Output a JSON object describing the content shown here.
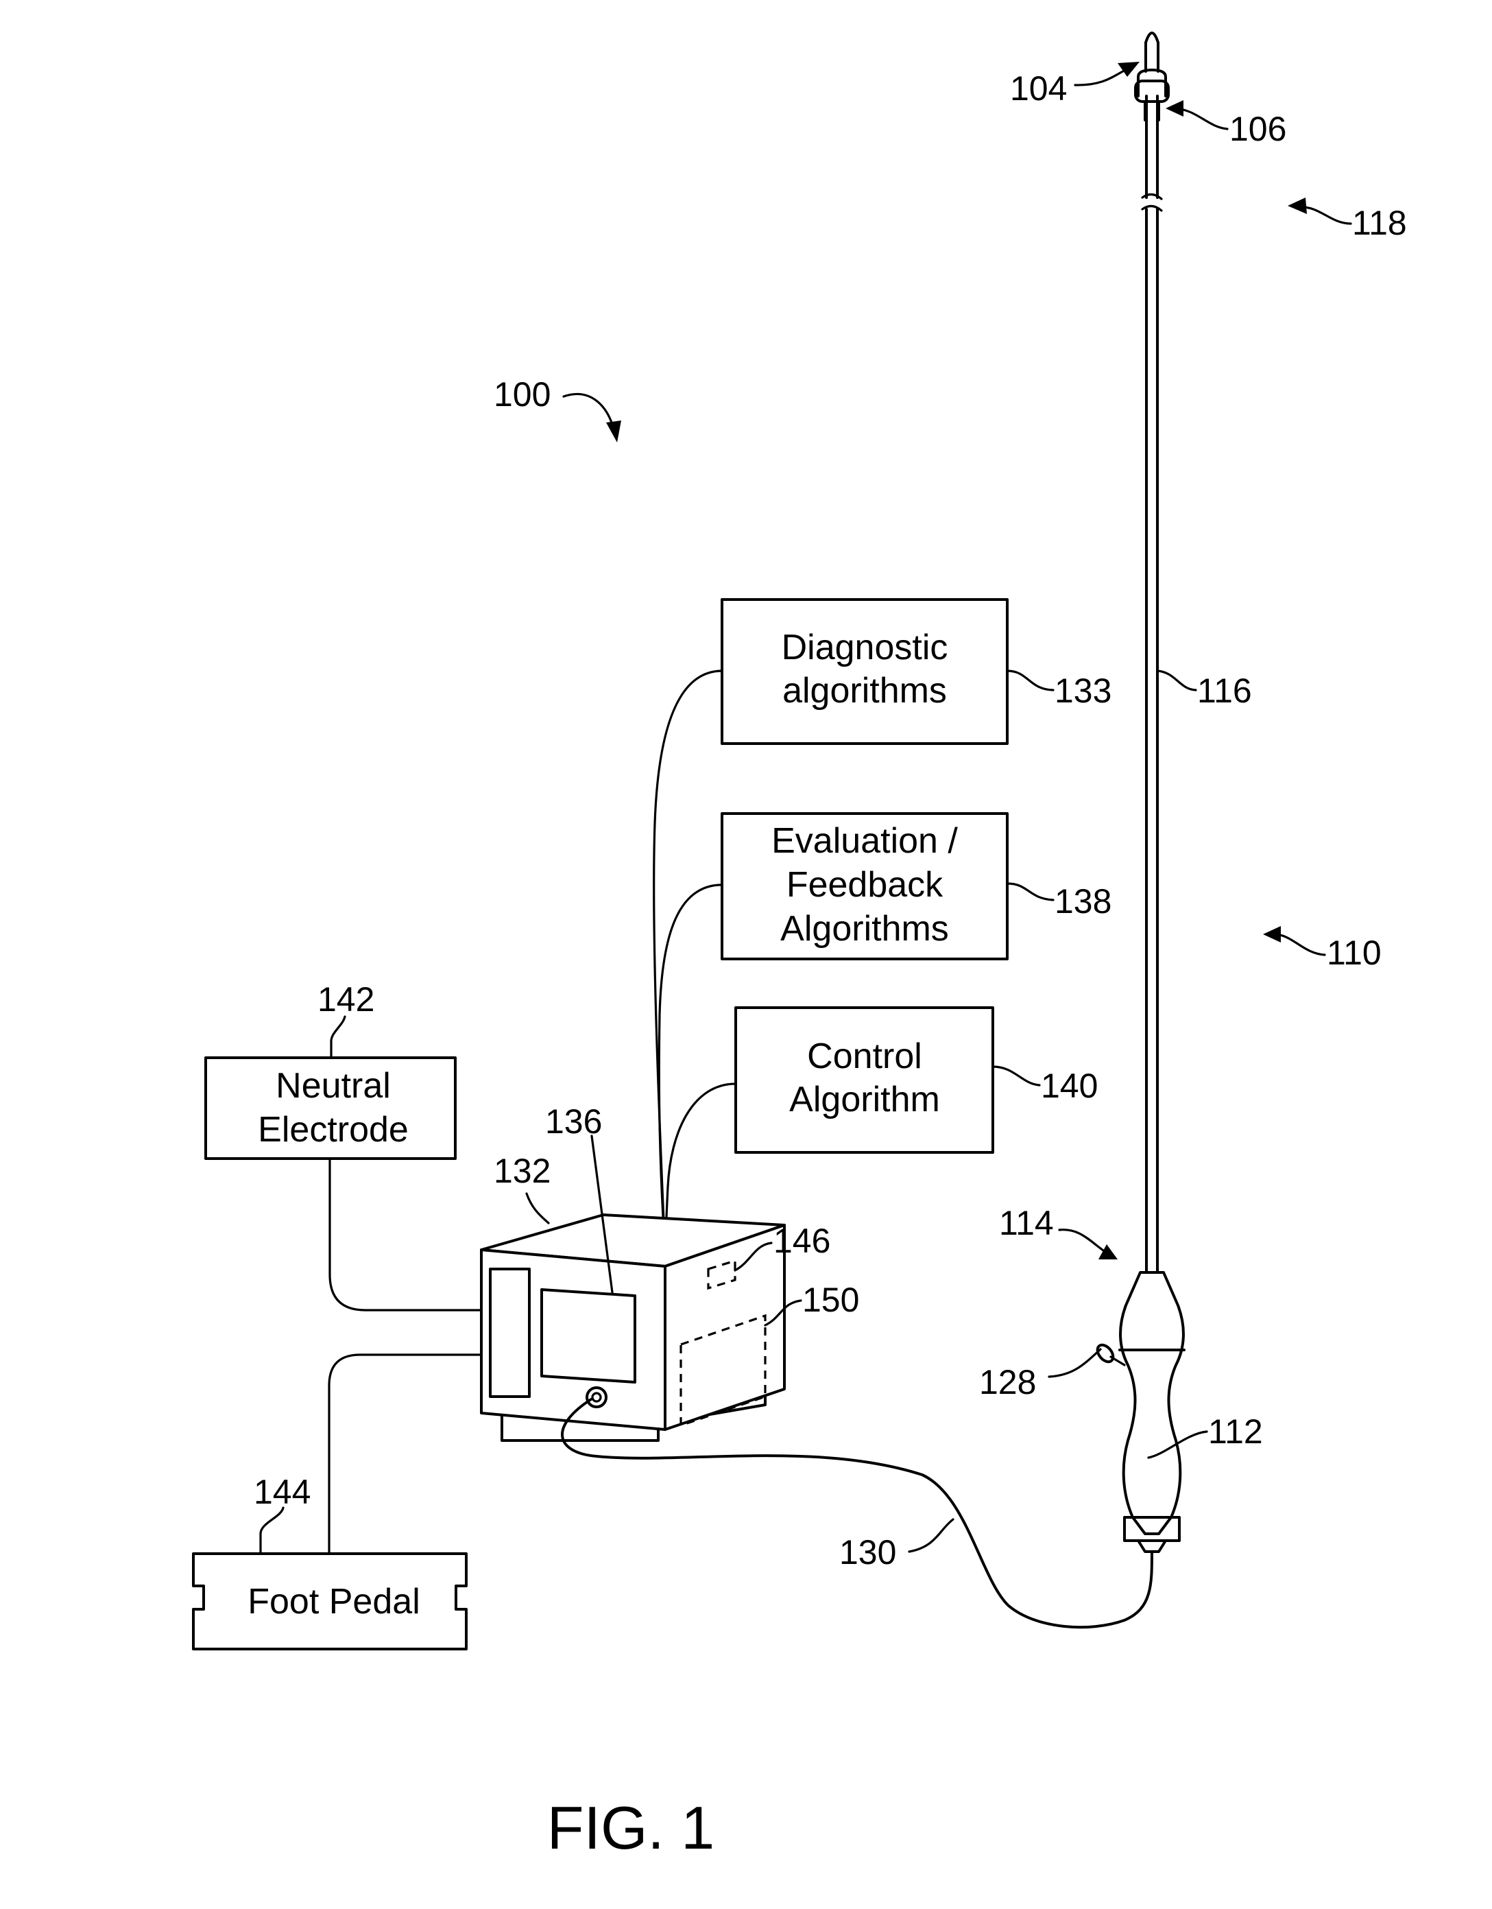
{
  "figure": {
    "caption": "FIG. 1",
    "boxes": {
      "diagnostic": {
        "lines": [
          "Diagnostic",
          "algorithms"
        ]
      },
      "evaluation": {
        "lines": [
          "Evaluation /",
          "Feedback",
          "Algorithms"
        ]
      },
      "control": {
        "lines": [
          "Control",
          "Algorithm"
        ]
      },
      "neutral": {
        "lines": [
          "Neutral",
          "Electrode"
        ]
      },
      "foot_pedal": {
        "lines": [
          "Foot Pedal"
        ]
      }
    },
    "refs": {
      "r100": "100",
      "r104": "104",
      "r106": "106",
      "r110": "110",
      "r112": "112",
      "r114": "114",
      "r116": "116",
      "r118": "118",
      "r128": "128",
      "r130": "130",
      "r132": "132",
      "r133": "133",
      "r136": "136",
      "r138": "138",
      "r140": "140",
      "r142": "142",
      "r144": "144",
      "r146": "146",
      "r150": "150"
    }
  }
}
